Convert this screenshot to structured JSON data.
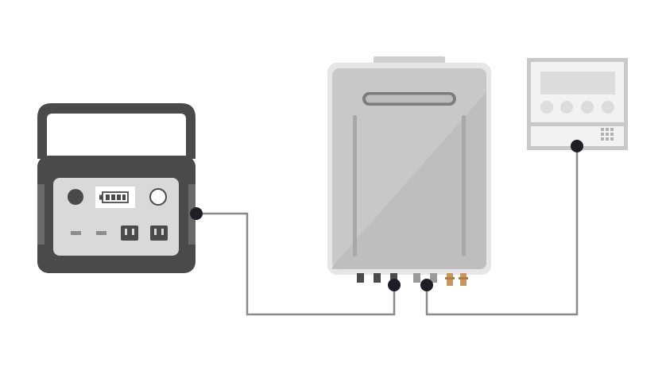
{
  "colors": {
    "background": "#ffffff",
    "wire": "#8a8a8a",
    "junction": "#1e1e24",
    "power_station_body": "#4a4a4a",
    "power_station_panel": "#d9d9d9",
    "heater_body": "#c8c8c8",
    "heater_edge": "#e3e3e3",
    "controller_frame": "#c9c9c9",
    "controller_face": "#f2f2f2",
    "copper_fitting": "#c9955c"
  },
  "diagram": {
    "nodes": [
      {
        "id": "portable-power-station",
        "icon": "portable-power-station-icon"
      },
      {
        "id": "tankless-water-heater",
        "icon": "tankless-water-heater-icon"
      },
      {
        "id": "remote-controller",
        "icon": "wall-controller-icon"
      }
    ],
    "edges": [
      {
        "from": "portable-power-station",
        "to": "tankless-water-heater",
        "style": "grey-wire"
      },
      {
        "from": "tankless-water-heater",
        "to": "remote-controller",
        "style": "grey-wire"
      }
    ]
  }
}
